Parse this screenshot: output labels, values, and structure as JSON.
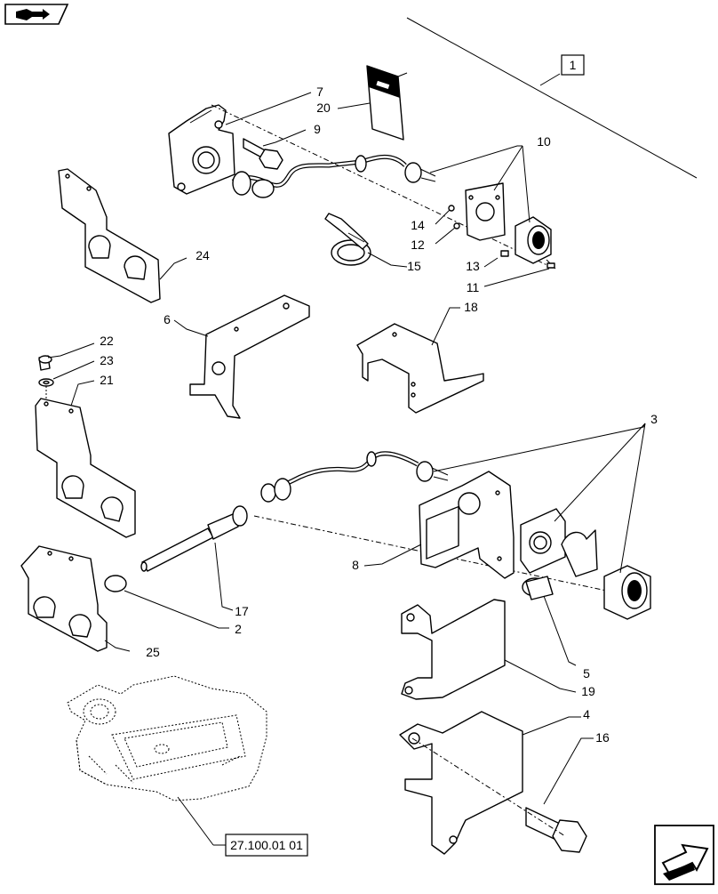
{
  "toolbar": {
    "top_left_icon": "book-arrow-icon",
    "bottom_right_icon": "next-page-arrow-icon"
  },
  "assembly_box_label": "1",
  "reference_label": "27.100.01 01",
  "callouts": {
    "c2": "2",
    "c3": "3",
    "c4": "4",
    "c5": "5",
    "c6": "6",
    "c7": "7",
    "c8": "8",
    "c9": "9",
    "c10": "10",
    "c11": "11",
    "c12": "12",
    "c13": "13",
    "c14": "14",
    "c15": "15",
    "c16": "16",
    "c17": "17",
    "c18": "18",
    "c19": "19",
    "c20": "20",
    "c21": "21",
    "c22": "22",
    "c23": "23",
    "c24": "24",
    "c25": "25"
  }
}
